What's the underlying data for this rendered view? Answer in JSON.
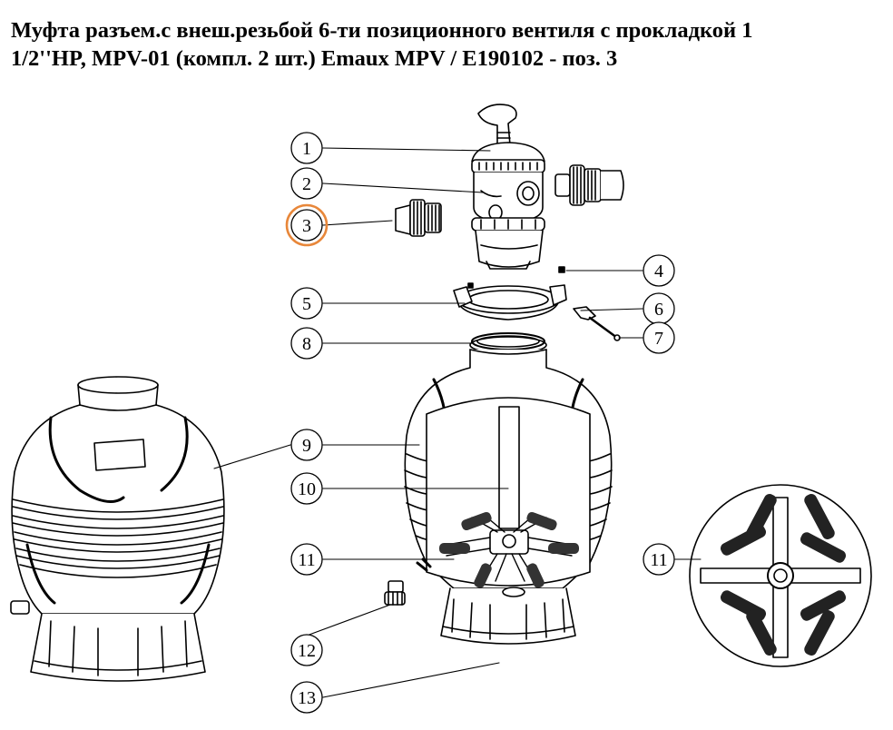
{
  "title": {
    "line1": "Муфта разъем.с внеш.резьбой 6-ти позиционного вентиля с прокладкой 1",
    "line2": "1/2''HP,  MPV-01 (компл. 2 шт.) Emaux MPV / E190102 - поз. 3"
  },
  "callouts": [
    {
      "id": "c1",
      "label": "1"
    },
    {
      "id": "c2",
      "label": "2"
    },
    {
      "id": "c3",
      "label": "3",
      "highlighted": true
    },
    {
      "id": "c4",
      "label": "4"
    },
    {
      "id": "c5",
      "label": "5"
    },
    {
      "id": "c6",
      "label": "6"
    },
    {
      "id": "c7",
      "label": "7"
    },
    {
      "id": "c8",
      "label": "8"
    },
    {
      "id": "c9",
      "label": "9"
    },
    {
      "id": "c10",
      "label": "10"
    },
    {
      "id": "c11a",
      "label": "11"
    },
    {
      "id": "c11b",
      "label": "11"
    },
    {
      "id": "c12",
      "label": "12"
    },
    {
      "id": "c13",
      "label": "13"
    }
  ],
  "colors": {
    "highlight_circle": "#E8873A",
    "line": "#000000",
    "fill": "#ffffff",
    "shade": "#d9d9d9"
  }
}
